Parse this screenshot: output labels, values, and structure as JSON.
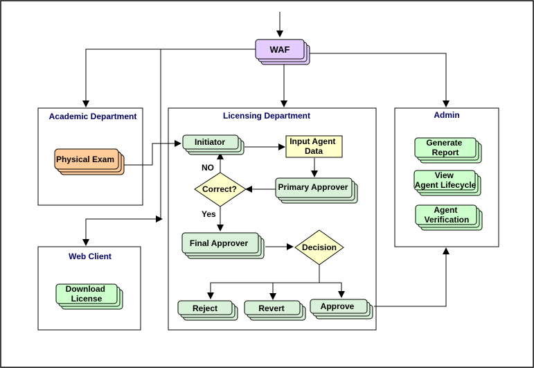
{
  "sections": {
    "academic": "Academic Department",
    "licensing": "Licensing Department",
    "admin": "Admin",
    "web_client": "Web Client"
  },
  "nodes": {
    "waf": "WAF",
    "physical_exam": "Physical Exam",
    "initiator": "Initiator",
    "input_agent_data": [
      "Input Agent",
      "Data"
    ],
    "correct": "Correct?",
    "primary_approver": "Primary Approver",
    "final_approver": "Final Approver",
    "decision": "Decision",
    "reject": "Reject",
    "revert": "Revert",
    "approve": "Approve",
    "generate_report": [
      "Generate",
      "Report"
    ],
    "view_agent_lifecycle": [
      "View",
      "Agent Lifecycle"
    ],
    "agent_verification": [
      "Agent",
      "Verification"
    ],
    "download_license": [
      "Download",
      "License"
    ]
  },
  "labels": {
    "no": "NO",
    "yes": "Yes"
  },
  "colors": {
    "green_fill": "#d9f0d9",
    "green_mid": "#cfe6cf",
    "bright_green_fill": "#ccffcc",
    "orange_fill": "#ffcc99",
    "purple_fill": "#e5ccff",
    "yellow_fill": "#ffffcc",
    "section_title": "#000066"
  }
}
